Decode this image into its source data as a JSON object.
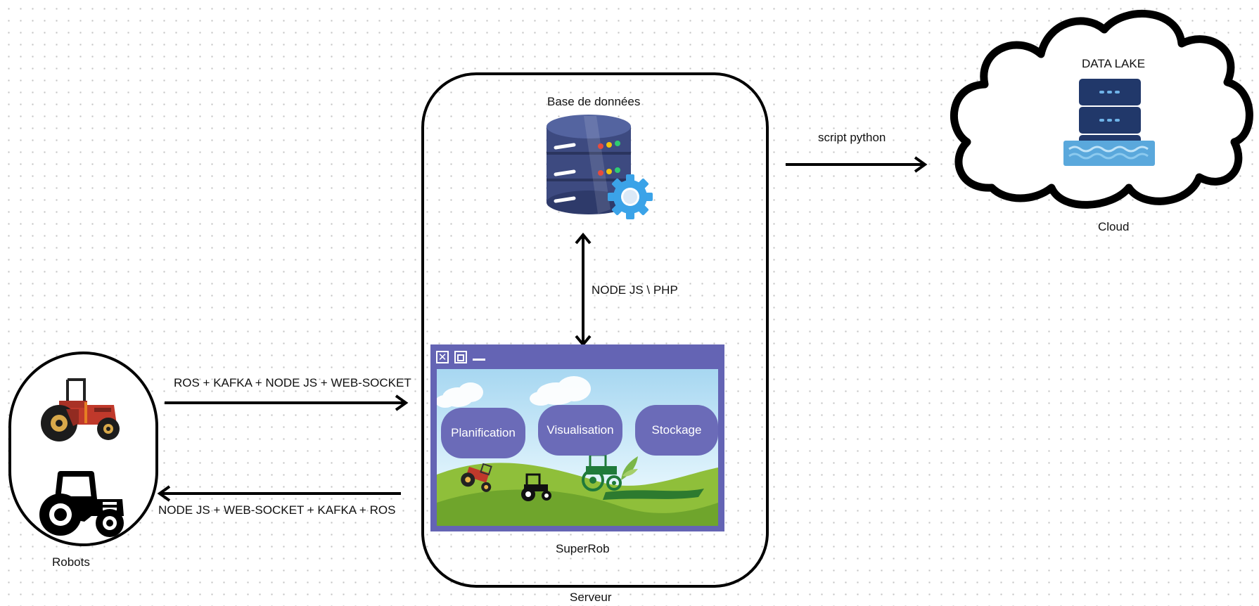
{
  "database": {
    "label": "Base de données"
  },
  "connections": {
    "db_app": "NODE JS \\ PHP",
    "server_cloud": "script python",
    "robots_to_server": "ROS + KAFKA + NODE JS + WEB-SOCKET",
    "server_to_robots": "NODE JS + WEB-SOCKET  + KAFKA + ROS"
  },
  "cloud": {
    "title": "DATA LAKE",
    "label": "Cloud"
  },
  "app": {
    "name": "SuperRob",
    "modules": [
      "Planification",
      "Visualisation",
      "Stockage"
    ]
  },
  "server": {
    "label": "Serveur"
  },
  "robots": {
    "label": "Robots"
  },
  "colors": {
    "window": "#6464b4",
    "pill": "#6b6bb8",
    "database": "#3d4a80",
    "datalake": "#21386a",
    "water": "#5aa8dc"
  }
}
